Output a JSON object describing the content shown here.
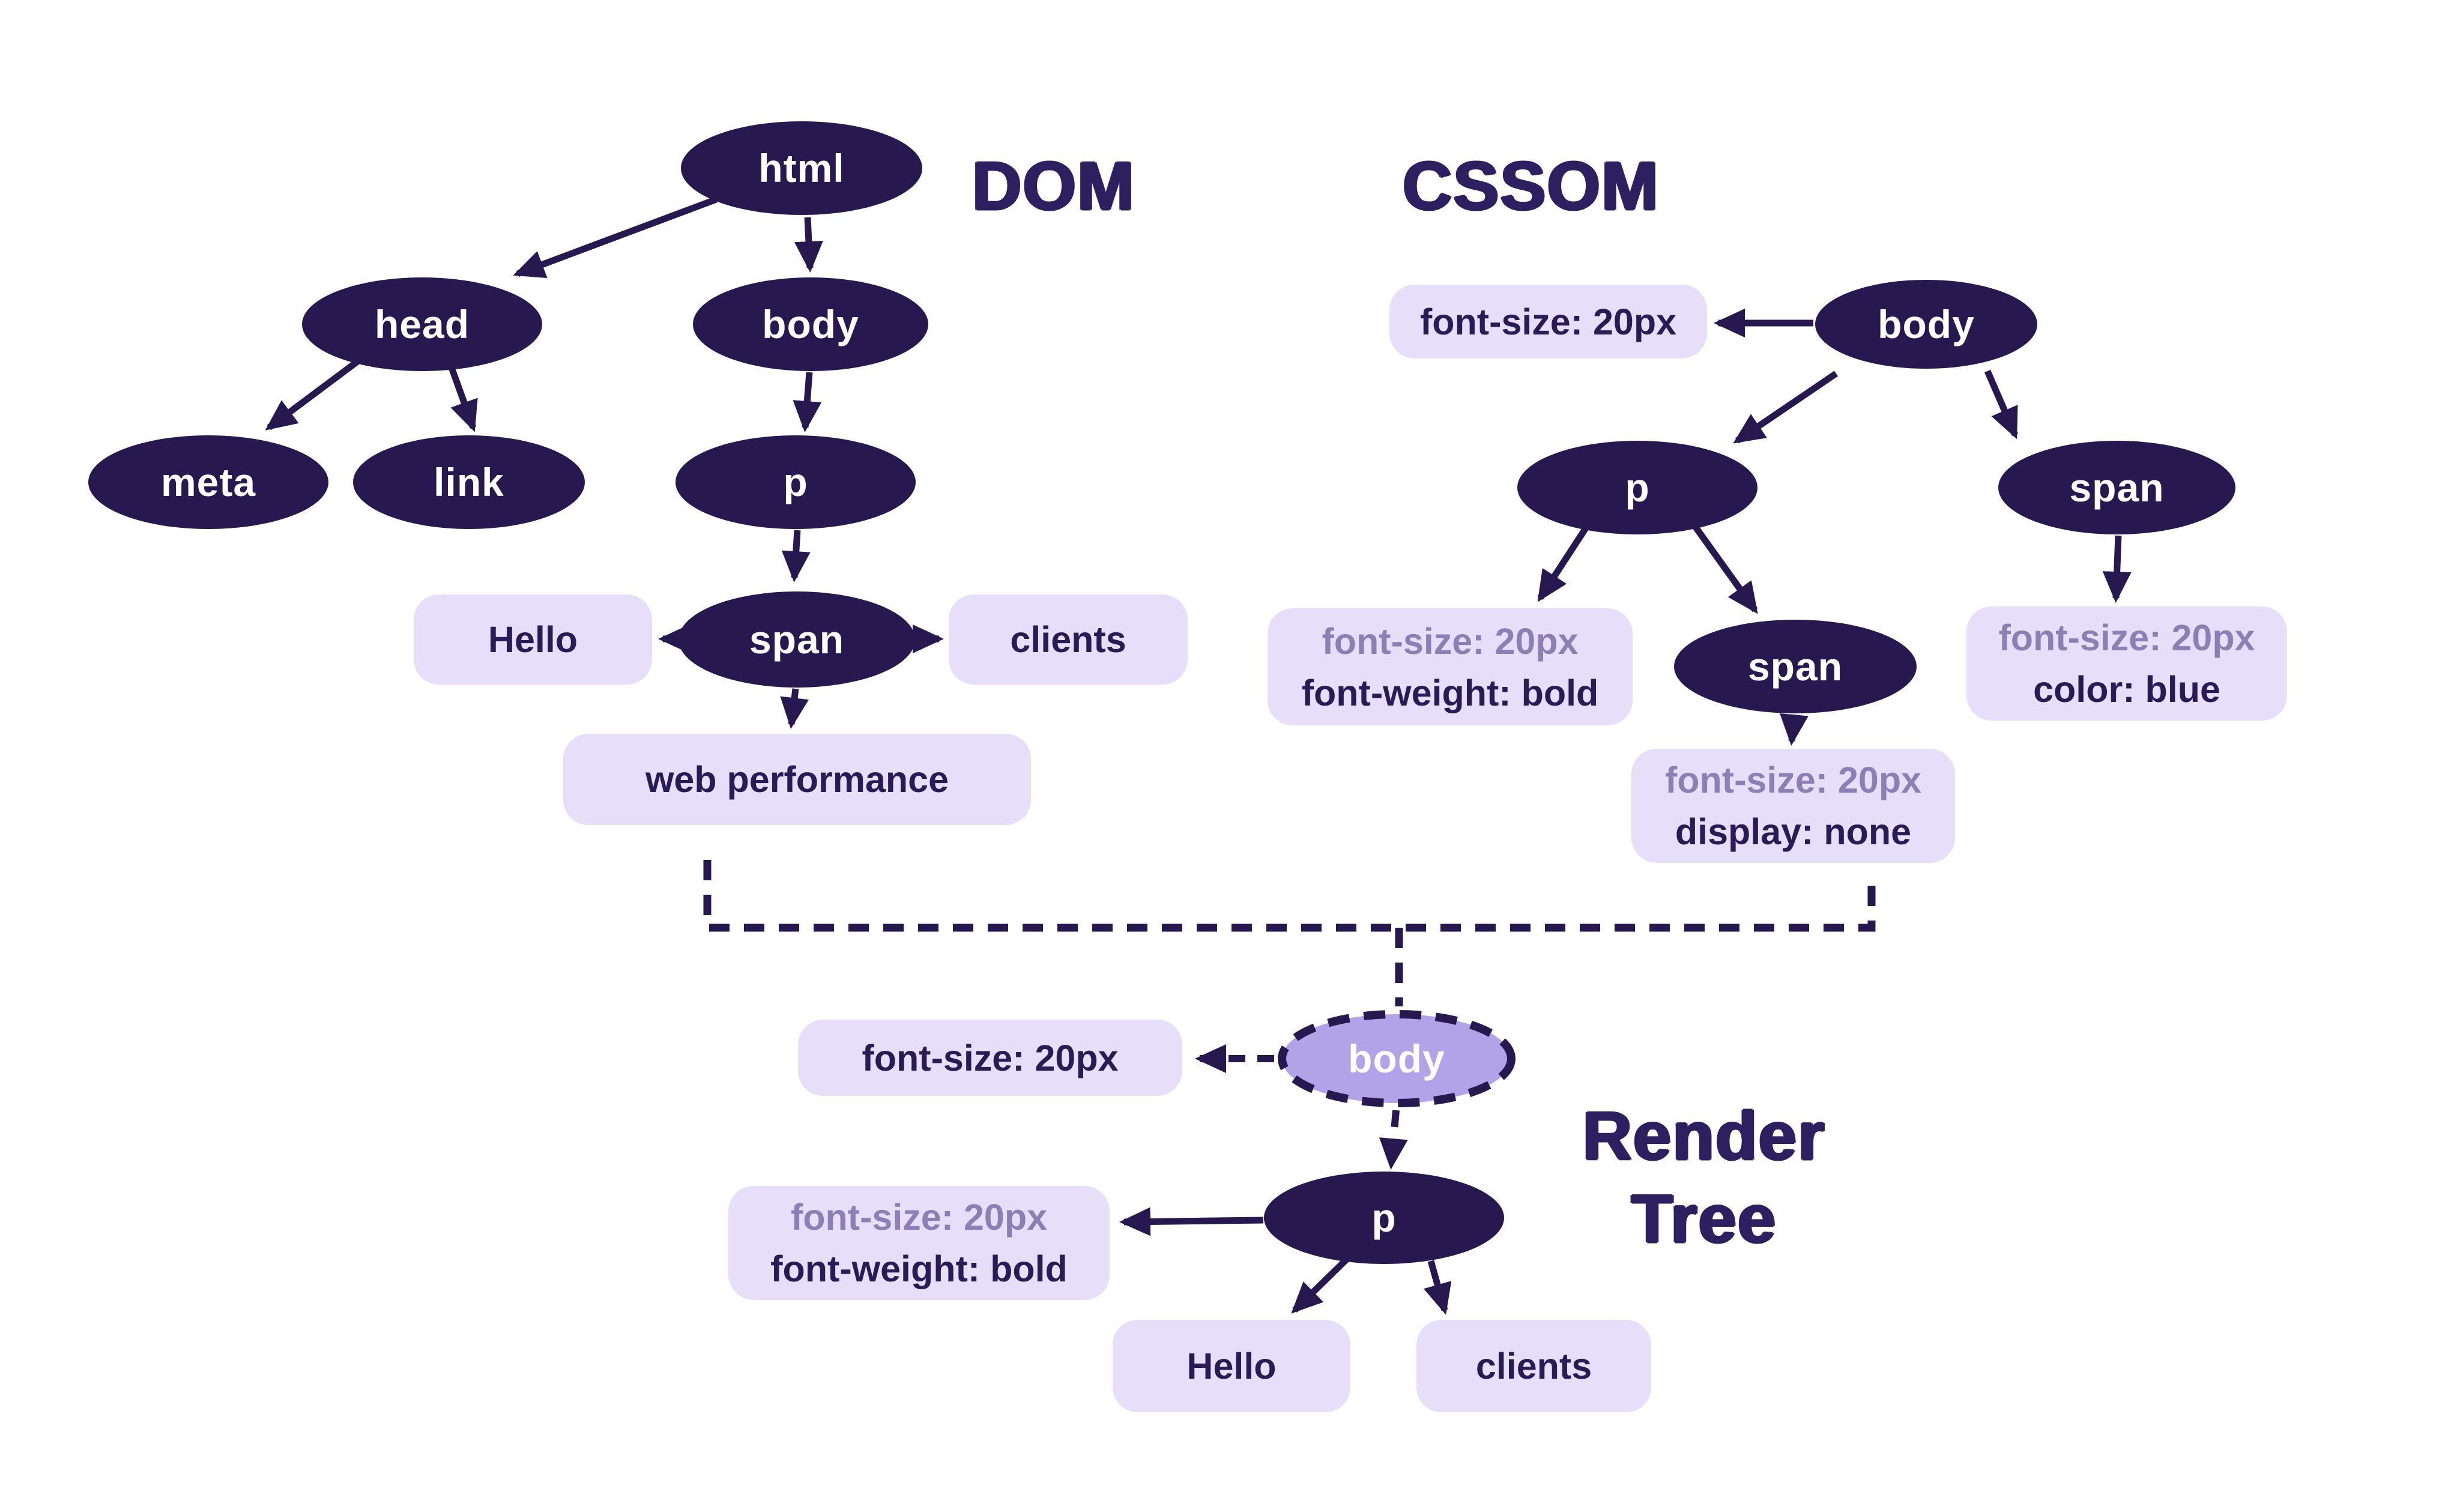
{
  "colors": {
    "background": "#ffffff",
    "node_fill": "#27194f",
    "node_text": "#ffffff",
    "box_fill": "#e7def9",
    "box_text_dark": "#2b1b55",
    "box_text_muted": "#8d7fb3",
    "render_body_fill": "#b2a2e8",
    "line": "#27194f",
    "title_text": "#2d2060"
  },
  "dom": {
    "title": "DOM",
    "nodes": {
      "html": "html",
      "head": "head",
      "body": "body",
      "meta": "meta",
      "link": "link",
      "p": "p",
      "span": "span"
    },
    "texts": {
      "hello": "Hello",
      "clients": "clients",
      "webperf": "web performance"
    }
  },
  "cssom": {
    "title": "CSSOM",
    "nodes": {
      "body": "body",
      "p": "p",
      "span_child": "span",
      "span_right": "span"
    },
    "styles": {
      "body_rule": "font-size: 20px",
      "p_rule_line1": "font-size: 20px",
      "p_rule_line2": "font-weight: bold",
      "span_child_rule_line1": "font-size: 20px",
      "span_child_rule_line2": "display: none",
      "span_right_rule_line1": "font-size: 20px",
      "span_right_rule_line2": "color: blue"
    }
  },
  "render": {
    "title_line1": "Render",
    "title_line2": "Tree",
    "nodes": {
      "body": "body",
      "p": "p"
    },
    "styles": {
      "body_rule": "font-size: 20px",
      "p_rule_line1": "font-size: 20px",
      "p_rule_line2": "font-weight: bold"
    },
    "texts": {
      "hello": "Hello",
      "clients": "clients"
    }
  }
}
